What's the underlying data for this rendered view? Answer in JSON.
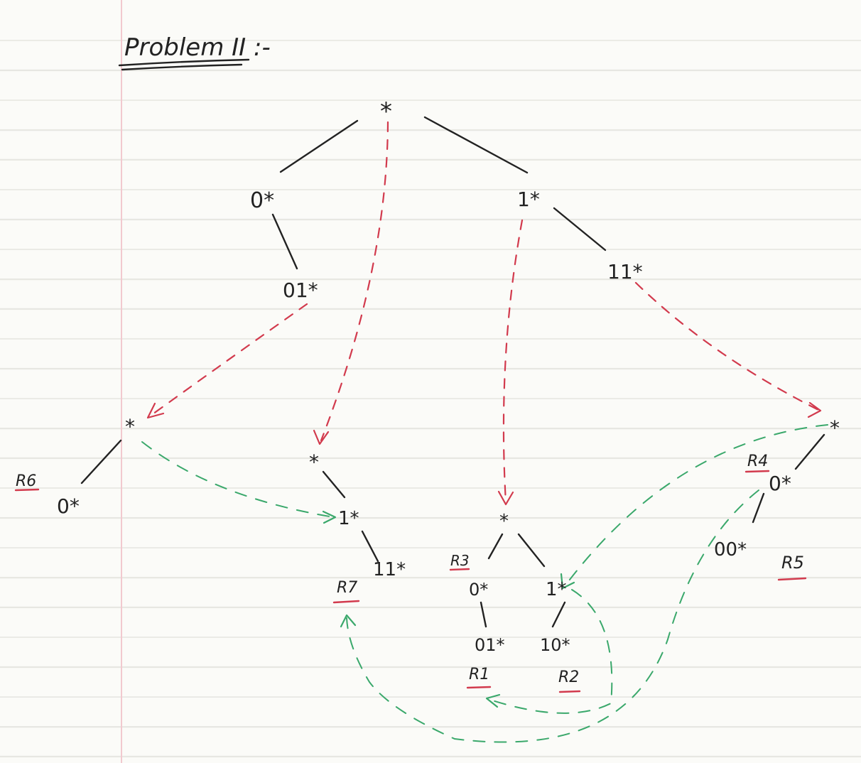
{
  "title": "Problem II :-",
  "nodes": {
    "root": "*",
    "n0": "0*",
    "n1": "1*",
    "n01": "01*",
    "n11": "11*",
    "sA": "*",
    "sA0": "0*",
    "sB": "*",
    "sB1": "1*",
    "sB11": "11*",
    "sC": "*",
    "sC0": "0*",
    "sC1": "1*",
    "sC01": "01*",
    "sC10": "10*",
    "sD": "*",
    "sD0": "0*",
    "sD00": "00*"
  },
  "rule_labels": {
    "r1": "R1",
    "r2": "R2",
    "r3": "R3",
    "r4": "R4",
    "r5": "R5",
    "r6": "R6",
    "r7": "R7"
  },
  "colors": {
    "ink": "#222222",
    "red": "#d23a4d",
    "green": "#3aa86b",
    "paper": "#fbfbf8"
  }
}
